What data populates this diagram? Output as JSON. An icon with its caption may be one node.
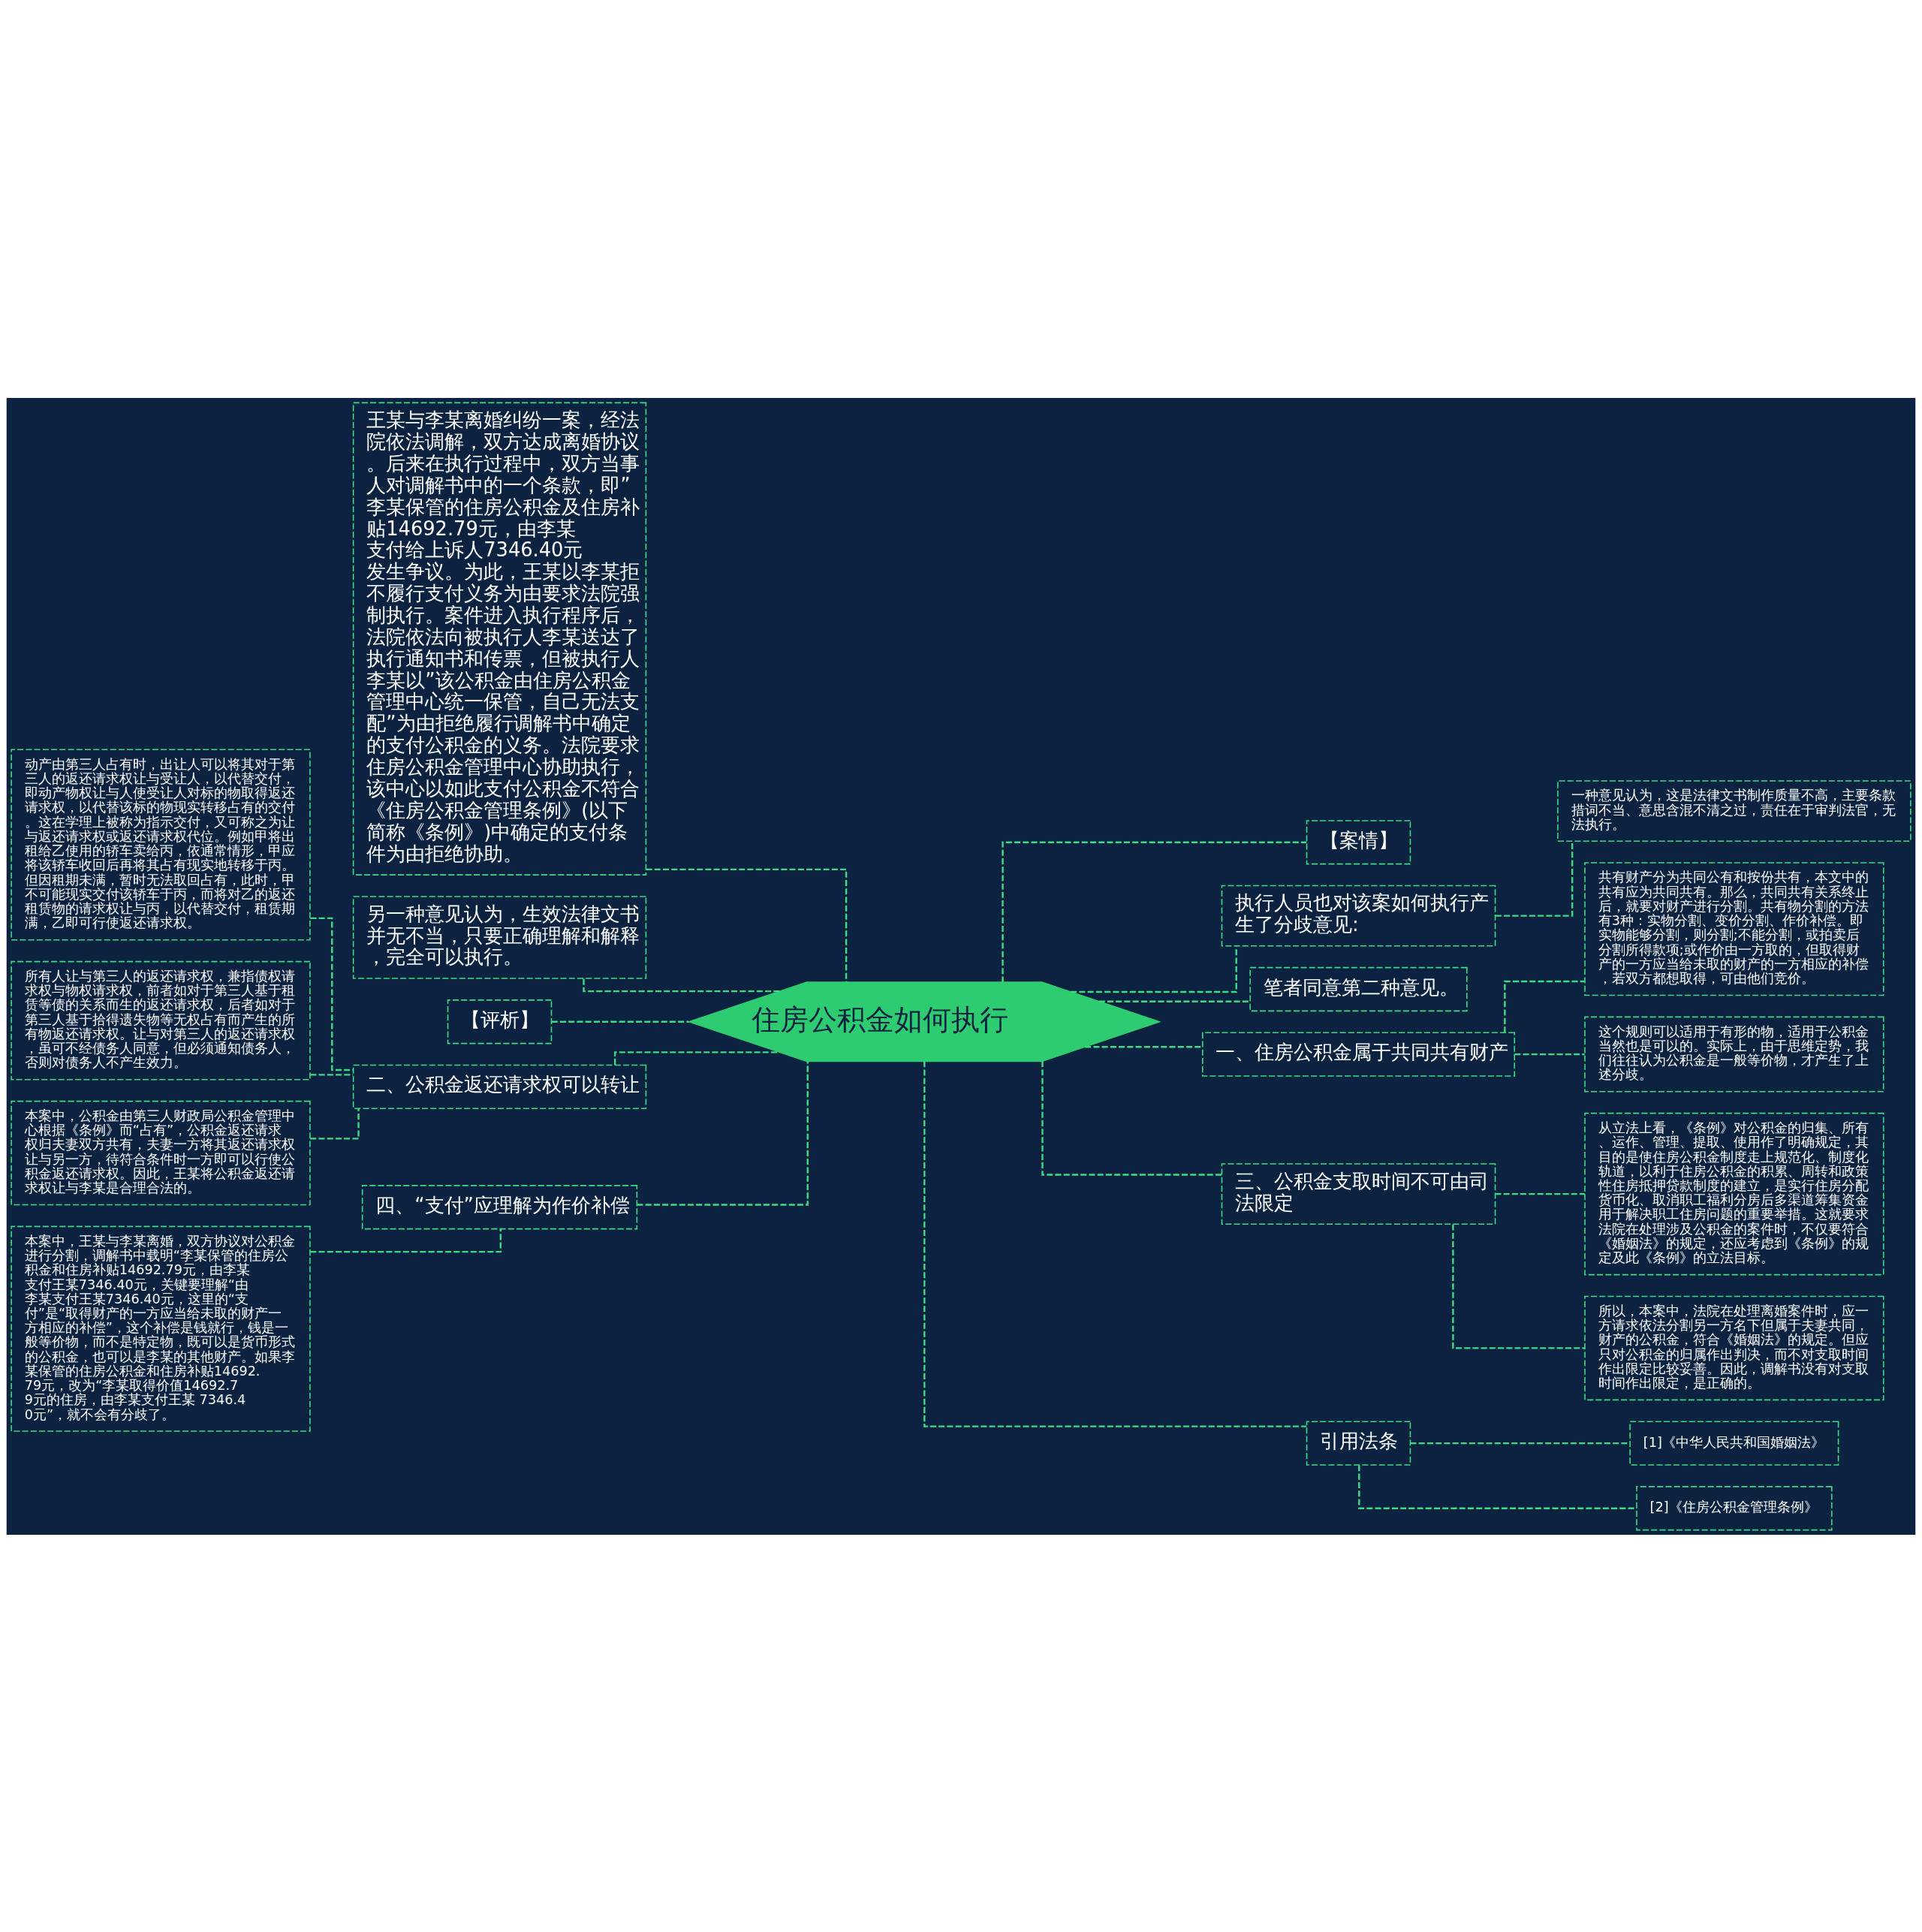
{
  "diagram": {
    "nodes": [
      {
        "text": [
          "住房公积金如何执行"
        ]
      },
      {
        "text": [
          "王某与李某离婚纠纷一案，经法院依法调解，双方达成离婚协议。后来在执行过程中，双方当事人对调解书中的一个条款，即”李某保管的住房公积金及住房补贴14692.79元，由李某支付给上诉人7346.40元发生争议。为此，王某以李某拒不履行支付义务为由要求法院强制执行。案件进入执行程序后，法院依法向被执行人李某送达了执行通知书和传票，但被执行人李某以”该公积金由住房公积金管理中心统一保管，自己无法支配”为由拒绝履行调解书中确定的支付公积金的义务。法院要求住房公积金管理中心协助执行，该中心以如此支付公积金不符合《住房公积金管理条例》(以下简称《条例》)中确定的支付条件为由拒绝协助。"
        ]
      },
      {
        "text": [
          "另一种意见认为，生效法律文书并无不当，只要正确理解和解释，完全可以执行。"
        ]
      },
      {
        "text": [
          "【评析】"
        ]
      },
      {
        "text": [
          "二、公积金返还请求权可以转让"
        ]
      },
      {
        "text": [
          "动产由第三人占有时，出让人可以将其对于第三人的返还请求权让与受让人，以代替交付，即动产物权让与人使受让人对标的物取得返还请求权，以代替该标的物现实转移占有的交付。这在学理上被称为指示交付，又可称之为让与返还请求权或返还请求权代位。例如甲将出租给乙使用的轿车卖给丙，依通常情形，甲应将该轿车收回后再将其占有现实地转移于丙。但因租期未满，暂时无法取回占有，此时，甲不可能现实交付该轿车于丙，而将对乙的返还租赁物的请求权让与丙，以代替交付，租赁期满，乙即可行使返还请求权。"
        ]
      },
      {
        "text": [
          "所有人让与第三人的返还请求权，兼指债权请求权与物权请求权，前者如对于第三人基于租赁等债的关系而生的返还请求权，后者如对于第三人基于拾得遗失物等无权占有而产生的所有物返还请求权。让与对第三人的返还请求权，虽可不经债务人同意，但必须通知债务人，否则对债务人不产生效力。"
        ]
      },
      {
        "text": [
          "本案中，公积金由第三人财政局公积金管理中心根据《条例》而“占有”，公积金返还请求权归夫妻双方共有，夫妻一方将其返还请求权让与另一方，待符合条件时一方即可以行使公积金返还请求权。因此，王某将公积金返还请求权让与李某是合理合法的。"
        ]
      },
      {
        "text": [
          "四、“支付”应理解为作价补偿"
        ]
      },
      {
        "text": [
          "本案中，王某与李某离婚，双方协议对公积金进行分割，调解书中载明“李某保管的住房公积金和住房补贴14692.79元，由李某支付王某7346.40元，关键要理解“由李某支付王某7346.40元，这里的“支付”是“取得财产的一方应当给未取的财产一方相应的补偿”，这个补偿是钱就行，钱是一般等价物，而不是特定物，既可以是货币形式的公积金，也可以是李某的其他财产。如果李某保管的住房公积金和住房补贴14692.79元，改为“李某取得价值14692.79元的住房，由李某支付王某 7346.40元”，就不会有分歧了。"
        ]
      },
      {
        "text": [
          "【案情】"
        ]
      },
      {
        "text": [
          "执行人员也对该案如何执行产生了分歧意见:"
        ]
      },
      {
        "text": [
          "一种意见认为，这是法律文书制作质量不高，主要条款措词不当、意思含混不清之过，责任在于审判法官，无法执行。"
        ]
      },
      {
        "text": [
          "笔者同意第二种意见。"
        ]
      },
      {
        "text": [
          "一、住房公积金属于共同共有财产"
        ]
      },
      {
        "text": [
          "共有财产分为共同公有和按份共有，本文中的共有应为共同共有。那么，共同共有关系终止后，就要对财产进行分割。共有物分割的方法有3种：实物分割、变价分割、作价补偿。即实物能够分割，则分割;不能分割，或拍卖后分割所得款项;或作价由一方取的，但取得财产的一方应当给未取的财产的一方相应的补偿，若双方都想取得，可由他们竞价。"
        ]
      },
      {
        "text": [
          "这个规则可以适用于有形的物，适用于公积金当然也是可以的。实际上，由于思维定势，我们往往认为公积金是一般等价物，才产生了上述分歧。"
        ]
      },
      {
        "text": [
          "三、公积金支取时间不可由司法限定"
        ]
      },
      {
        "text": [
          "从立法上看，《条例》对公积金的归集、所有、运作、管理、提取、使用作了明确规定，其目的是使住房公积金制度走上规范化、制度化轨道，以利于住房公积金的积累、周转和政策性住房抵押贷款制度的建立，是实行住房分配货币化、取消职工福利分房后多渠道筹集资金用于解决职工住房问题的重要举措。这就要求法院在处理涉及公积金的案件时，不仅要符合《婚姻法》的规定，还应考虑到《条例》的规定及此《条例》的立法目标。"
        ]
      },
      {
        "text": [
          "所以，本案中，法院在处理离婚案件时，应一方请求依法分割另一方名下但属于夫妻共同，财产的公积金，符合《婚姻法》的规定。但应只对公积金的归属作出判决，而不对支取时间作出限定比较妥善。因此，调解书没有对支取时间作出限定，是正确的。"
        ]
      },
      {
        "text": [
          "引用法条"
        ]
      },
      {
        "text": [
          "[1]《中华人民共和国婚姻法》"
        ]
      },
      {
        "text": [
          "[2]《住房公积金管理条例》"
        ]
      }
    ],
    "edges": [
      {
        "from": 0,
        "to": 1,
        "arrow": "none"
      },
      {
        "from": 0,
        "to": 2,
        "arrow": "none"
      },
      {
        "from": 0,
        "to": 3,
        "arrow": "none"
      },
      {
        "from": 0,
        "to": 4,
        "arrow": "none"
      },
      {
        "from": 4,
        "to": 5,
        "arrow": "none"
      },
      {
        "from": 4,
        "to": 6,
        "arrow": "none"
      },
      {
        "from": 4,
        "to": 7,
        "arrow": "none"
      },
      {
        "from": 0,
        "to": 8,
        "arrow": "none"
      },
      {
        "from": 8,
        "to": 9,
        "arrow": "none"
      },
      {
        "from": 0,
        "to": 10,
        "arrow": "none"
      },
      {
        "from": 0,
        "to": 11,
        "arrow": "none"
      },
      {
        "from": 11,
        "to": 12,
        "arrow": "none"
      },
      {
        "from": 0,
        "to": 13,
        "arrow": "none"
      },
      {
        "from": 0,
        "to": 14,
        "arrow": "none"
      },
      {
        "from": 14,
        "to": 15,
        "arrow": "none"
      },
      {
        "from": 14,
        "to": 16,
        "arrow": "none"
      },
      {
        "from": 0,
        "to": 17,
        "arrow": "none"
      },
      {
        "from": 17,
        "to": 18,
        "arrow": "none"
      },
      {
        "from": 17,
        "to": 19,
        "arrow": "none"
      },
      {
        "from": 0,
        "to": 20,
        "arrow": "none"
      },
      {
        "from": 20,
        "to": 21,
        "arrow": "none"
      },
      {
        "from": 20,
        "to": 22,
        "arrow": "none"
      }
    ]
  }
}
